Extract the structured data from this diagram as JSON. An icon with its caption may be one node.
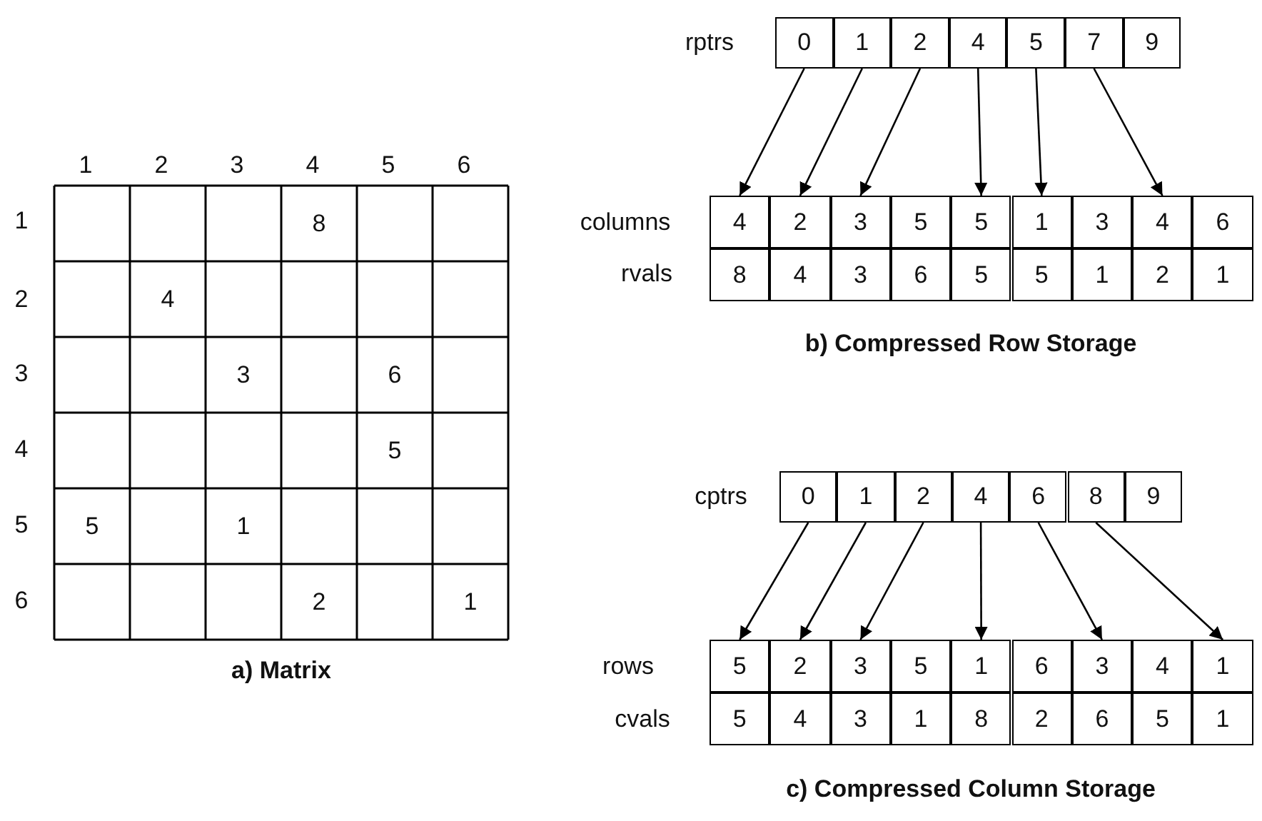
{
  "diagram": {
    "nodes": [
      {
        "text": [
          "0"
        ]
      },
      {
        "text": [
          "1"
        ]
      },
      {
        "text": [
          "2"
        ]
      },
      {
        "text": [
          "4"
        ]
      },
      {
        "text": [
          "5"
        ]
      },
      {
        "text": [
          "7"
        ]
      },
      {
        "text": [
          "9"
        ]
      },
      {
        "text": [
          "4"
        ]
      },
      {
        "text": [
          "2"
        ]
      },
      {
        "text": [
          "3"
        ]
      },
      {
        "text": [
          "5"
        ]
      },
      {
        "text": [
          "5"
        ]
      },
      {
        "text": [
          "1"
        ]
      },
      {
        "text": [
          "3"
        ]
      },
      {
        "text": [
          "4"
        ]
      },
      {
        "text": [
          "6"
        ]
      },
      {
        "text": [
          "0"
        ]
      },
      {
        "text": [
          "1"
        ]
      },
      {
        "text": [
          "2"
        ]
      },
      {
        "text": [
          "4"
        ]
      },
      {
        "text": [
          "6"
        ]
      },
      {
        "text": [
          "8"
        ]
      },
      {
        "text": [
          "9"
        ]
      },
      {
        "text": [
          "5"
        ]
      },
      {
        "text": [
          "2"
        ]
      },
      {
        "text": [
          "3"
        ]
      },
      {
        "text": [
          "5"
        ]
      },
      {
        "text": [
          "1"
        ]
      },
      {
        "text": [
          "6"
        ]
      },
      {
        "text": [
          "3"
        ]
      },
      {
        "text": [
          "4"
        ]
      },
      {
        "text": [
          "1"
        ]
      }
    ],
    "edges": [
      {
        "from": 0,
        "to": 7,
        "arrow": "to"
      },
      {
        "from": 1,
        "to": 8,
        "arrow": "to"
      },
      {
        "from": 2,
        "to": 9,
        "arrow": "to"
      },
      {
        "from": 3,
        "to": 11,
        "arrow": "to"
      },
      {
        "from": 4,
        "to": 12,
        "arrow": "to"
      },
      {
        "from": 5,
        "to": 14,
        "arrow": "to"
      },
      {
        "from": 16,
        "to": 23,
        "arrow": "to"
      },
      {
        "from": 17,
        "to": 24,
        "arrow": "to"
      },
      {
        "from": 18,
        "to": 25,
        "arrow": "to"
      },
      {
        "from": 19,
        "to": 27,
        "arrow": "to"
      },
      {
        "from": 20,
        "to": 29,
        "arrow": "to"
      },
      {
        "from": 21,
        "to": 31,
        "arrow": "to"
      }
    ],
    "labels": [
      "rptrs",
      "1",
      "2",
      "3",
      "4",
      "5",
      "6",
      "1",
      "8",
      "columns",
      "rvals",
      "8",
      "4",
      "3",
      "6",
      "5",
      "5",
      "1",
      "2",
      "1",
      "2",
      "4",
      "3",
      "3",
      "6",
      "b) Compressed Row Storage",
      "4",
      "5",
      "5",
      "5",
      "1",
      "6",
      "2",
      "1",
      "cptrs",
      "a) Matrix",
      "rows",
      "cvals",
      "5",
      "4",
      "3",
      "1",
      "8",
      "2",
      "6",
      "5",
      "1",
      "c) Compressed Column Storage"
    ]
  }
}
